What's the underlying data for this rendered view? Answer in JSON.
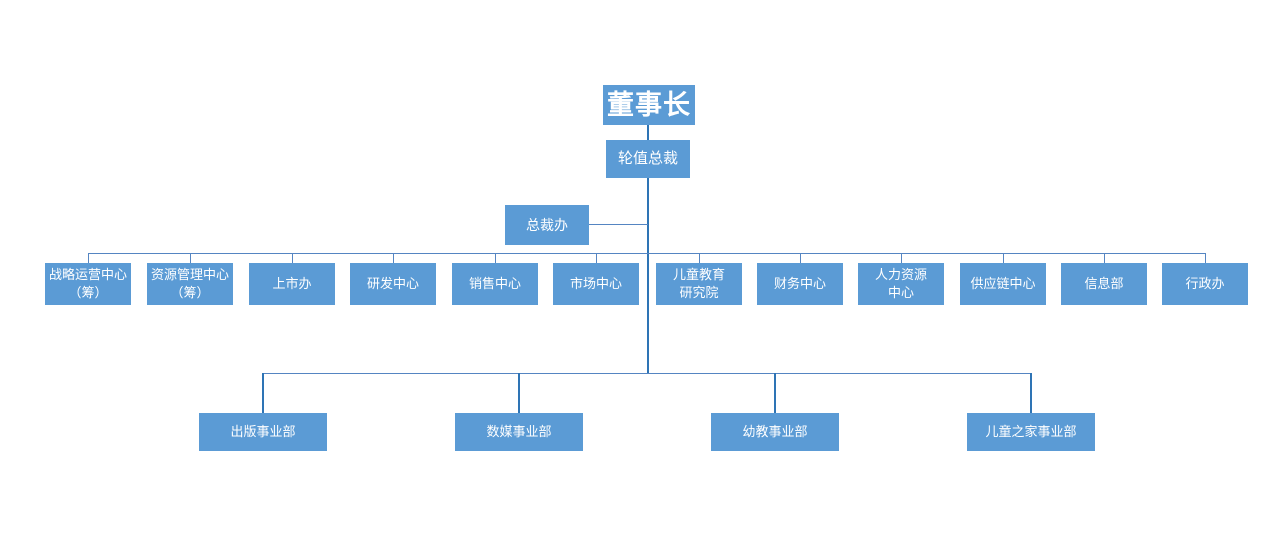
{
  "diagram": {
    "type": "org-chart",
    "root": {
      "label": "董事长"
    },
    "level2": {
      "label": "轮值总裁"
    },
    "staff_office": {
      "label": "总裁办"
    },
    "departments": [
      {
        "label": "战略运营中心\n（筹）"
      },
      {
        "label": "资源管理中心\n（筹）"
      },
      {
        "label": "上市办"
      },
      {
        "label": "研发中心"
      },
      {
        "label": "销售中心"
      },
      {
        "label": "市场中心"
      },
      {
        "label": "儿童教育\n研究院"
      },
      {
        "label": "财务中心"
      },
      {
        "label": "人力资源\n中心"
      },
      {
        "label": "供应链中心"
      },
      {
        "label": "信息部"
      },
      {
        "label": "行政办"
      }
    ],
    "divisions": [
      {
        "label": "出版事业部"
      },
      {
        "label": "数媒事业部"
      },
      {
        "label": "幼教事业部"
      },
      {
        "label": "儿童之家事业部"
      }
    ],
    "colors": {
      "node_fill": "#5b9bd5",
      "node_text": "#ffffff",
      "connector_thin": "#5585c2",
      "connector_thick": "#2e74b5",
      "background": "#ffffff"
    }
  }
}
